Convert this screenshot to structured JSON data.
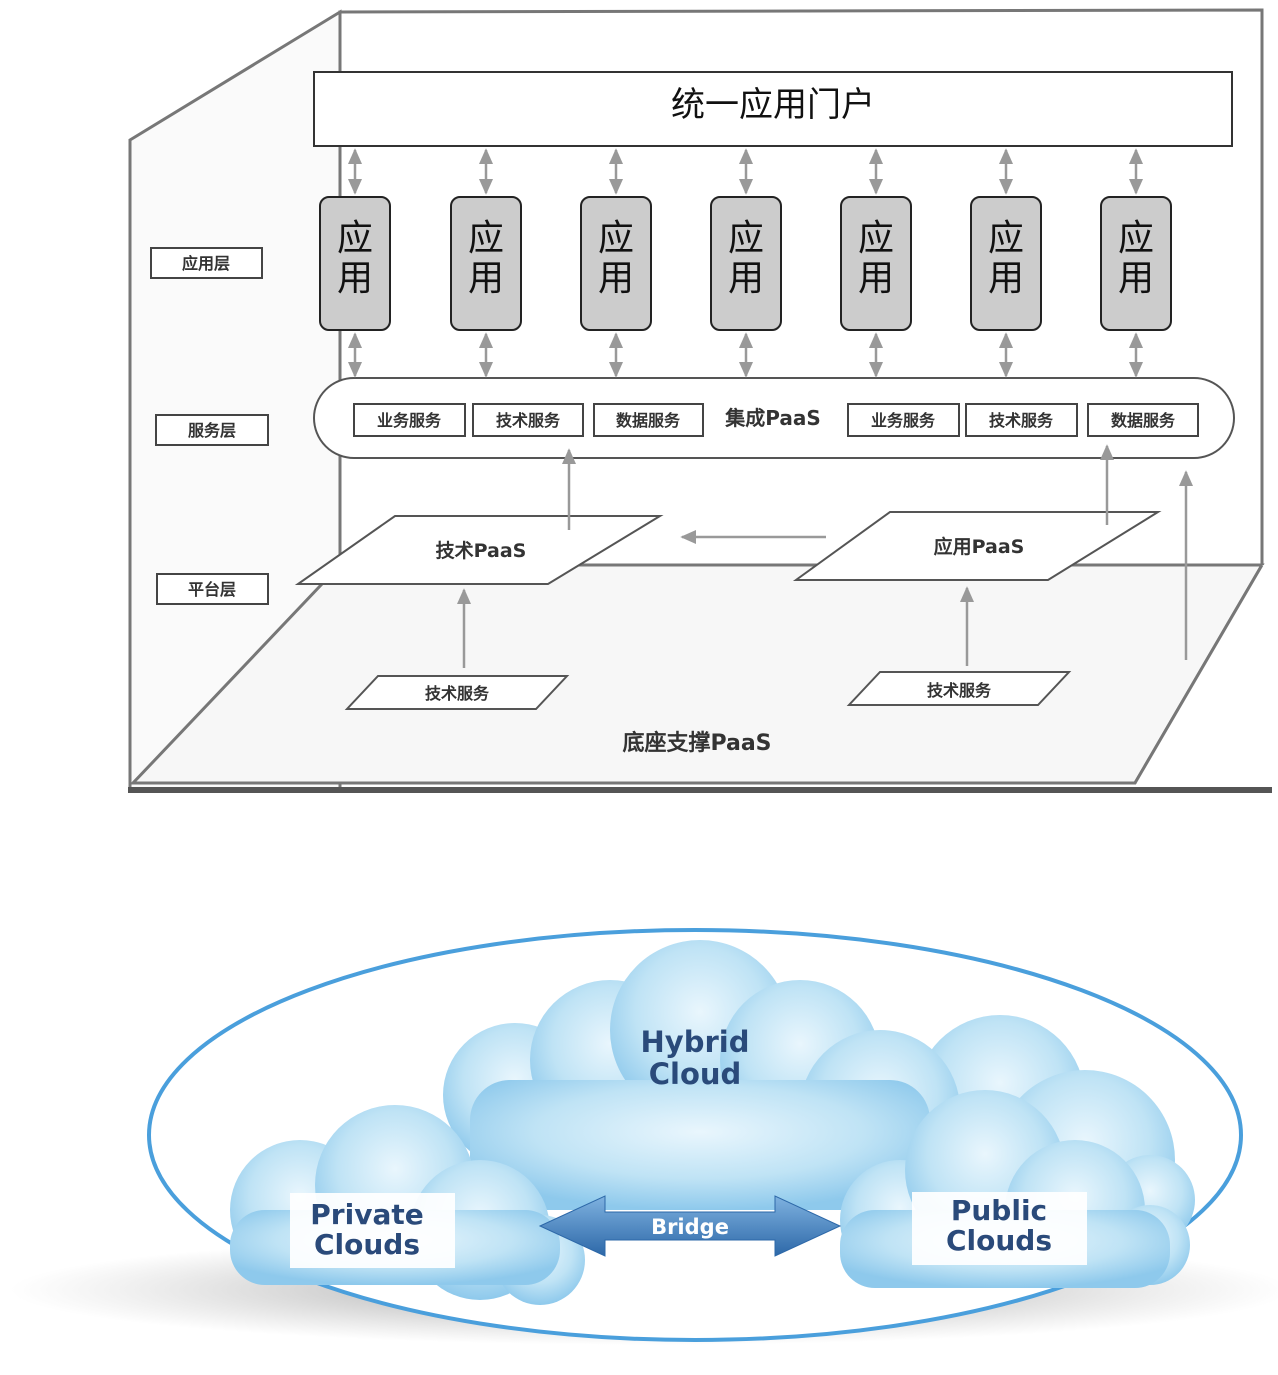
{
  "architecture": {
    "portal": "统一应用门户",
    "app_box_text": [
      "应",
      "用"
    ],
    "layer_labels": {
      "application": "应用层",
      "service": "服务层",
      "platform": "平台层"
    },
    "integration_title": "集成PaaS",
    "services_left": [
      "业务服务",
      "技术服务",
      "数据服务"
    ],
    "services_right": [
      "业务服务",
      "技术服务",
      "数据服务"
    ],
    "tech_paas": "技术PaaS",
    "app_paas": "应用PaaS",
    "tech_service": "技术服务",
    "base_paas": "底座支撑PaaS",
    "colors": {
      "app_fill": "#cccccc",
      "line": "#666666",
      "arrow": "#999999"
    }
  },
  "hybrid_cloud": {
    "title_line1": "Hybrid",
    "title_line2": "Cloud",
    "private_line1": "Private",
    "private_line2": "Clouds",
    "public_line1": "Public",
    "public_line2": "Clouds",
    "bridge": "Bridge",
    "colors": {
      "ellipse_stroke": "#4a9fdc",
      "cloud_fill": "#bfe3f5",
      "text": "#2a4a7a",
      "arrow": "#3a78b8"
    }
  }
}
